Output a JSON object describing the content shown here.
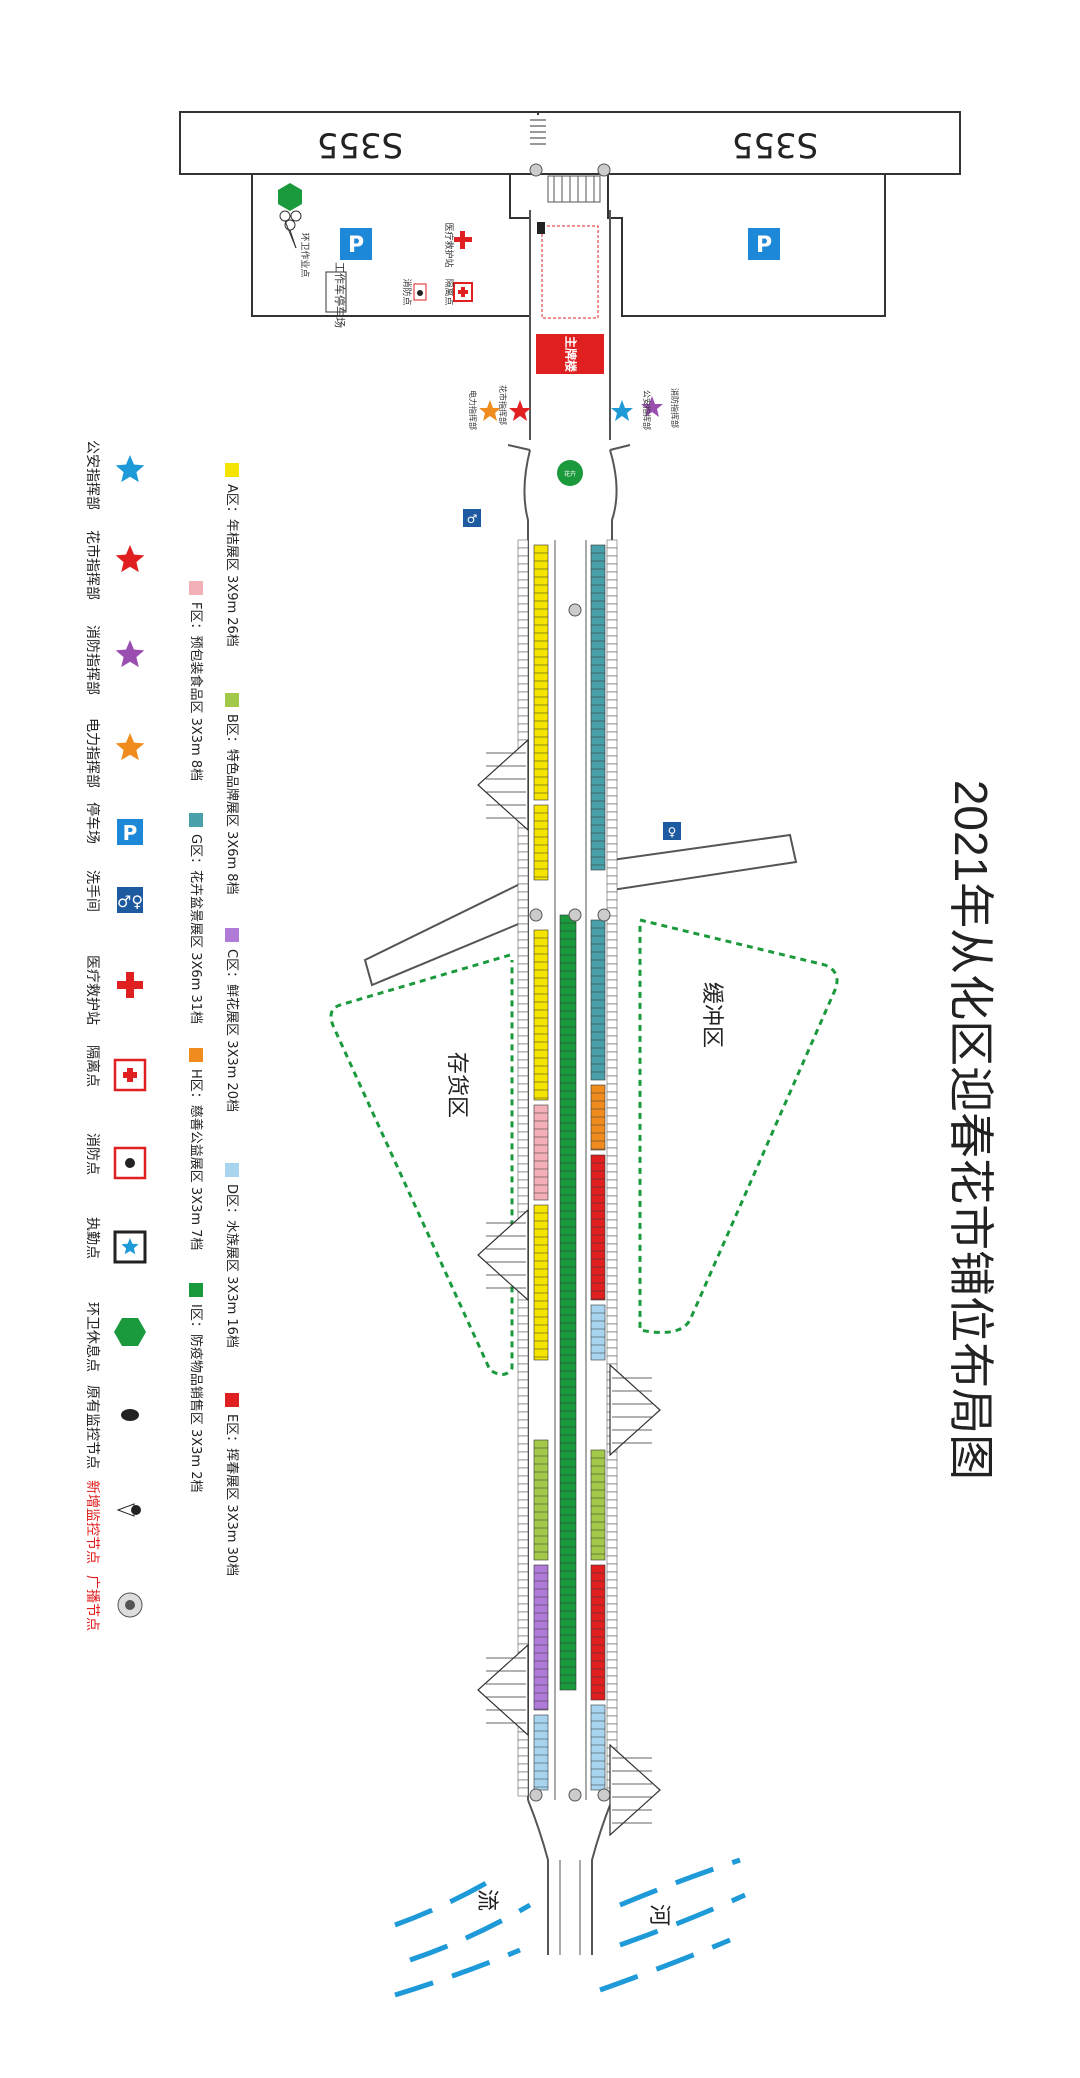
{
  "title": "2021年从化区迎春花市铺位布局图",
  "roads": {
    "s355_left": "S355",
    "s355_right": "S355"
  },
  "buildings": {
    "work_parking": "工作车停车场",
    "sanitation_point": "环卫作业点",
    "medical_station": "医疗救护站",
    "isolation_point": "隔离点",
    "fire_point": "消防点",
    "main_gate": "主牌楼",
    "green_circle": "花卉",
    "flower_market_hq": "花市指挥部",
    "power_hq": "电力指挥部",
    "fire_hq": "消防指挥部",
    "police_hq": "公安指挥部"
  },
  "areas": {
    "storage": "存货区",
    "buffer": "缓冲区",
    "river": [
      "河",
      "流"
    ]
  },
  "zone_legend": [
    {
      "key": "A",
      "label": "A区：年桔展区 3X9m 26档",
      "color": "#f5e400"
    },
    {
      "key": "B",
      "label": "B区：特色品牌展区 3X6m 8档",
      "color": "#a3c94a"
    },
    {
      "key": "C",
      "label": "C区：鲜花展区 3X3m 20档",
      "color": "#b07ad8"
    },
    {
      "key": "D",
      "label": "D区：水族展区 3X3m 16档",
      "color": "#a8d4f0"
    },
    {
      "key": "E",
      "label": "E区：挥春展区 3X3m 30档",
      "color": "#e02020"
    },
    {
      "key": "F",
      "label": "F区：预包装食品区 3X3m 8档",
      "color": "#f4b0b8"
    },
    {
      "key": "G",
      "label": "G区：花卉盆景展区 3X6m 31档",
      "color": "#4aa0a8"
    },
    {
      "key": "H",
      "label": "H区：慈善公益展区 3X3m 7档",
      "color": "#f08c1e"
    },
    {
      "key": "I",
      "label": "I区：防疫物品销售区 3X3m 2档",
      "color": "#1a9a3c"
    }
  ],
  "symbol_legend": [
    {
      "label": "公安指挥部",
      "icon": "blue-star-icon"
    },
    {
      "label": "花市指挥部",
      "icon": "red-star-icon"
    },
    {
      "label": "消防指挥部",
      "icon": "purple-star-icon"
    },
    {
      "label": "电力指挥部",
      "icon": "orange-star-icon"
    },
    {
      "label": "停车场",
      "icon": "parking-icon"
    },
    {
      "label": "洗手间",
      "icon": "toilet-icon"
    },
    {
      "label": "医疗救护站",
      "icon": "red-cross-icon"
    },
    {
      "label": "隔离点",
      "icon": "isolation-box-icon"
    },
    {
      "label": "消防点",
      "icon": "fire-extinguisher-icon"
    },
    {
      "label": "执勤点",
      "icon": "duty-star-box-icon"
    },
    {
      "label": "环卫休息点",
      "icon": "green-hexagon-icon"
    },
    {
      "label": "原有监控节点",
      "icon": "camera-icon"
    },
    {
      "label": "新增监控节点",
      "icon": "new-camera-icon",
      "color": "#e02020"
    },
    {
      "label": "广播节点",
      "icon": "speaker-icon",
      "color": "#e02020"
    }
  ]
}
